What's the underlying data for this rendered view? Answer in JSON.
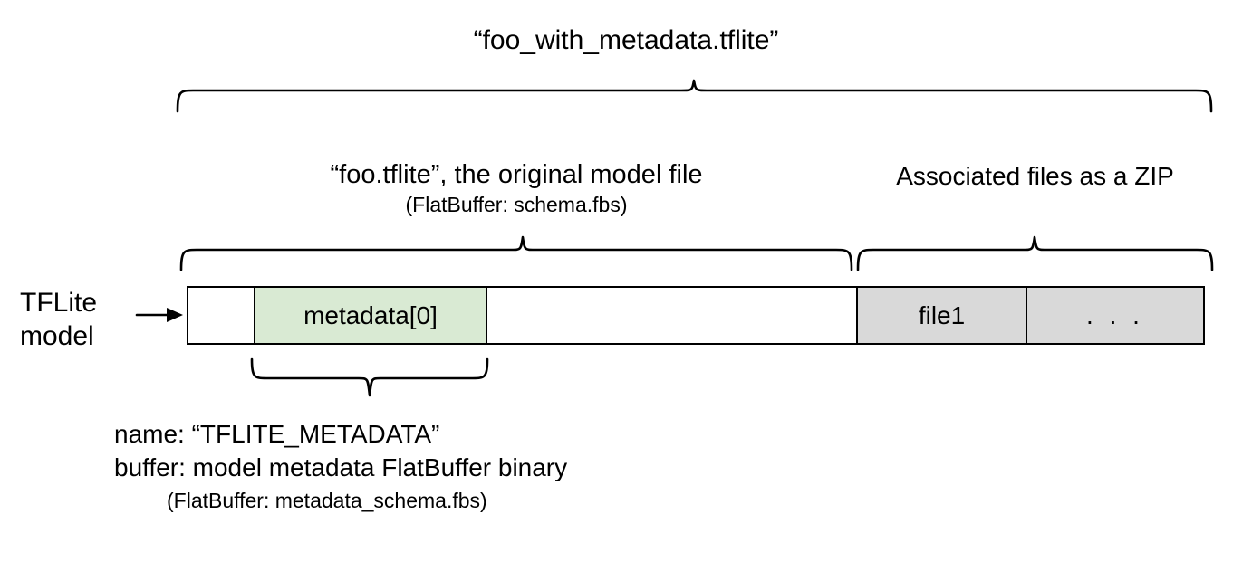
{
  "diagram": {
    "title": "“foo_with_metadata.tflite”",
    "side_label": {
      "line1": "TFLite",
      "line2": "model"
    },
    "arrow_icon": "right-arrow-icon",
    "groups": {
      "model_file": {
        "label": "“foo.tflite”, the original model file",
        "sublabel": "(FlatBuffer: schema.fbs)"
      },
      "associated_files": {
        "label": "Associated files as a ZIP"
      }
    },
    "bar": {
      "segments": [
        {
          "name": "leading-bytes",
          "label": "",
          "fill": "#ffffff"
        },
        {
          "name": "metadata-entry",
          "label": "metadata[0]",
          "fill": "#d9ead3"
        },
        {
          "name": "model-body",
          "label": "",
          "fill": "#ffffff"
        },
        {
          "name": "zip-file1",
          "label": "file1",
          "fill": "#d9d9d9"
        },
        {
          "name": "zip-more-files",
          "label": ". . .",
          "fill": "#d9d9d9"
        }
      ]
    },
    "metadata_note": {
      "line1": "name: “TFLITE_METADATA”",
      "line2": "buffer: model metadata FlatBuffer binary",
      "line3": "(FlatBuffer: metadata_schema.fbs)"
    },
    "colors": {
      "metadata_fill": "#d9ead3",
      "zip_fill": "#d9d9d9",
      "stroke": "#000000",
      "background": "#ffffff"
    }
  }
}
